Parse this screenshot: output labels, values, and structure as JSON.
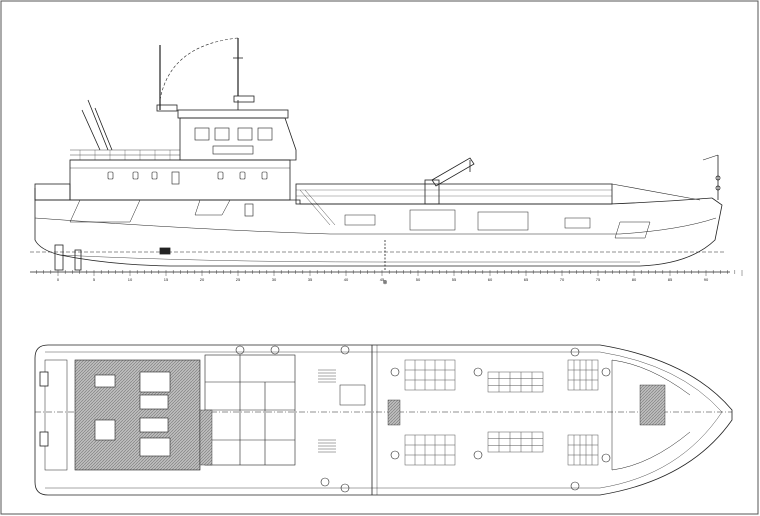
{
  "drawing": {
    "profile_view": "side-elevation",
    "plan_view": "deck-plan",
    "frame_scale": {
      "labels": [
        "0",
        "5",
        "10",
        "15",
        "20",
        "25",
        "30",
        "35",
        "40",
        "45",
        "50",
        "55",
        "60",
        "65",
        "70",
        "75",
        "80",
        "85",
        "90"
      ],
      "midship_mark": "⊗"
    },
    "colors": {
      "line": "#222222",
      "hatch": "#8a8a8a",
      "grid": "#555555",
      "background": "#ffffff"
    }
  }
}
